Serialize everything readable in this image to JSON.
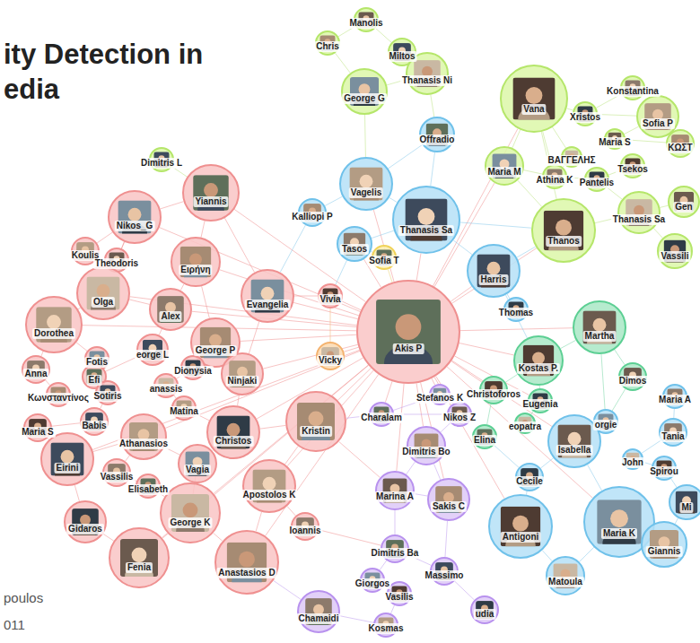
{
  "diagram": {
    "title": "ity Detection in edia",
    "nodes": [
      {
        "text": [
          "Manolis"
        ]
      },
      {
        "text": [
          "Chris"
        ]
      },
      {
        "text": [
          "Miltos"
        ]
      },
      {
        "text": [
          "Thanasis Ni"
        ]
      },
      {
        "text": [
          "George G"
        ]
      },
      {
        "text": [
          "Vana"
        ]
      },
      {
        "text": [
          "Konstantina"
        ]
      },
      {
        "text": [
          "Xristos"
        ]
      },
      {
        "text": [
          "Sofia P"
        ]
      },
      {
        "text": [
          "Offradio"
        ]
      },
      {
        "text": [
          "Maria S"
        ]
      },
      {
        "text": [
          "ΚΩΣΤ"
        ]
      },
      {
        "text": [
          "Dimitris L"
        ]
      },
      {
        "text": [
          "ΒΑΓΓΕΛΗΣ"
        ]
      },
      {
        "text": [
          "Maria M"
        ]
      },
      {
        "text": [
          "Tsekos"
        ]
      },
      {
        "text": [
          "Athina K"
        ]
      },
      {
        "text": [
          "Pantelis"
        ]
      },
      {
        "text": [
          "Vagelis"
        ]
      },
      {
        "text": [
          "Yiannis"
        ]
      },
      {
        "text": [
          "Gen"
        ]
      },
      {
        "text": [
          "Kalliopi P"
        ]
      },
      {
        "text": [
          "Thanasis Sa"
        ]
      },
      {
        "text": [
          "Thanasis Sa"
        ]
      },
      {
        "text": [
          "Nikos_G"
        ]
      },
      {
        "text": [
          "Thanos"
        ]
      },
      {
        "text": [
          "Tasos"
        ]
      },
      {
        "text": [
          "Vassili"
        ]
      },
      {
        "text": [
          "Koulis"
        ]
      },
      {
        "text": [
          "Sofia T"
        ]
      },
      {
        "text": [
          "Theodoris"
        ]
      },
      {
        "text": [
          "Ειρήνη"
        ]
      },
      {
        "text": [
          "Harris"
        ]
      },
      {
        "text": [
          "Olga"
        ]
      },
      {
        "text": [
          "Evangelia"
        ]
      },
      {
        "text": [
          "Vivia"
        ]
      },
      {
        "text": [
          "Alex"
        ]
      },
      {
        "text": [
          "Thomas"
        ]
      },
      {
        "text": [
          "Dorothea"
        ]
      },
      {
        "text": [
          "Akis P"
        ]
      },
      {
        "text": [
          "Martha"
        ]
      },
      {
        "text": [
          "George P"
        ]
      },
      {
        "text": [
          "eorge L"
        ]
      },
      {
        "text": [
          "Vicky"
        ]
      },
      {
        "text": [
          "Fotis"
        ]
      },
      {
        "text": [
          "Kostas P."
        ]
      },
      {
        "text": [
          "Anna"
        ]
      },
      {
        "text": [
          "Dionysia"
        ]
      },
      {
        "text": [
          "Ninjaki"
        ]
      },
      {
        "text": [
          "Efi"
        ]
      },
      {
        "text": [
          "Dimos"
        ]
      },
      {
        "text": [
          "Κωνσταντίνος"
        ]
      },
      {
        "text": [
          "Sotiris"
        ]
      },
      {
        "text": [
          "anassis"
        ]
      },
      {
        "text": [
          "Stefanos K"
        ]
      },
      {
        "text": [
          "Christoforos"
        ]
      },
      {
        "text": [
          "Maria A"
        ]
      },
      {
        "text": [
          "Eugenia"
        ]
      },
      {
        "text": [
          "Matina"
        ]
      },
      {
        "text": [
          "Charalam"
        ]
      },
      {
        "text": [
          "Nikos Z"
        ]
      },
      {
        "text": [
          "Kristin"
        ]
      },
      {
        "text": [
          "Babis"
        ]
      },
      {
        "text": [
          "eopatra"
        ]
      },
      {
        "text": [
          "orgie"
        ]
      },
      {
        "text": [
          "Maria S"
        ]
      },
      {
        "text": [
          "Tania"
        ]
      },
      {
        "text": [
          "Christos"
        ]
      },
      {
        "text": [
          "Athanasios"
        ]
      },
      {
        "text": [
          "Elina"
        ]
      },
      {
        "text": [
          "Isabella"
        ]
      },
      {
        "text": [
          "Dimitris Bo"
        ]
      },
      {
        "text": [
          "Eirini"
        ]
      },
      {
        "text": [
          "John"
        ]
      },
      {
        "text": [
          "Vagia"
        ]
      },
      {
        "text": [
          "Spirou"
        ]
      },
      {
        "text": [
          "Vassilis"
        ]
      },
      {
        "text": [
          "Cecile"
        ]
      },
      {
        "text": [
          "Apostolos K"
        ]
      },
      {
        "text": [
          "Elisabeth"
        ]
      },
      {
        "text": [
          "Marina A"
        ]
      },
      {
        "text": [
          "Sakis C"
        ]
      },
      {
        "text": [
          "Mi"
        ]
      },
      {
        "text": [
          "George K"
        ]
      },
      {
        "text": [
          "Maria K"
        ]
      },
      {
        "text": [
          "Antigoni"
        ]
      },
      {
        "text": [
          "Ioannis"
        ]
      },
      {
        "text": [
          "Gidaros"
        ]
      },
      {
        "text": [
          "Giannis"
        ]
      },
      {
        "text": [
          "Dimitris Ba"
        ]
      },
      {
        "text": [
          "Fenia"
        ]
      },
      {
        "text": [
          "Anastasios D"
        ]
      },
      {
        "text": [
          "Massimo"
        ]
      },
      {
        "text": [
          "Matoula"
        ]
      },
      {
        "text": [
          "Giorgos"
        ]
      },
      {
        "text": [
          "Vasilis"
        ]
      },
      {
        "text": [
          "Chamaidi"
        ]
      },
      {
        "text": [
          "udia"
        ]
      },
      {
        "text": [
          "Kosmas"
        ]
      }
    ],
    "edges": [
      {
        "from": 39,
        "to": 19,
        "arrow": "none"
      },
      {
        "from": 39,
        "to": 24,
        "arrow": "none"
      },
      {
        "from": 39,
        "to": 31,
        "arrow": "none"
      },
      {
        "from": 39,
        "to": 33,
        "arrow": "none"
      },
      {
        "from": 39,
        "to": 34,
        "arrow": "none"
      },
      {
        "from": 39,
        "to": 35,
        "arrow": "none"
      },
      {
        "from": 39,
        "to": 36,
        "arrow": "none"
      },
      {
        "from": 39,
        "to": 38,
        "arrow": "none"
      },
      {
        "from": 39,
        "to": 41,
        "arrow": "none"
      },
      {
        "from": 39,
        "to": 48,
        "arrow": "none"
      },
      {
        "from": 39,
        "to": 61,
        "arrow": "none"
      },
      {
        "from": 39,
        "to": 67,
        "arrow": "none"
      },
      {
        "from": 39,
        "to": 68,
        "arrow": "none"
      },
      {
        "from": 39,
        "to": 72,
        "arrow": "none"
      },
      {
        "from": 39,
        "to": 78,
        "arrow": "none"
      },
      {
        "from": 39,
        "to": 83,
        "arrow": "none"
      },
      {
        "from": 39,
        "to": 90,
        "arrow": "none"
      },
      {
        "from": 39,
        "to": 91,
        "arrow": "none"
      },
      {
        "from": 39,
        "to": 18,
        "arrow": "none"
      },
      {
        "from": 39,
        "to": 22,
        "arrow": "none"
      },
      {
        "from": 39,
        "to": 26,
        "arrow": "none"
      },
      {
        "from": 39,
        "to": 32,
        "arrow": "none"
      },
      {
        "from": 39,
        "to": 45,
        "arrow": "none"
      },
      {
        "from": 39,
        "to": 40,
        "arrow": "none"
      },
      {
        "from": 39,
        "to": 54,
        "arrow": "none"
      },
      {
        "from": 39,
        "to": 59,
        "arrow": "none"
      },
      {
        "from": 39,
        "to": 60,
        "arrow": "none"
      },
      {
        "from": 39,
        "to": 71,
        "arrow": "none"
      },
      {
        "from": 39,
        "to": 80,
        "arrow": "none"
      },
      {
        "from": 39,
        "to": 81,
        "arrow": "none"
      },
      {
        "from": 39,
        "to": 85,
        "arrow": "none"
      },
      {
        "from": 39,
        "to": 43,
        "arrow": "none"
      },
      {
        "from": 39,
        "to": 5,
        "arrow": "none"
      },
      {
        "from": 39,
        "to": 25,
        "arrow": "none"
      },
      {
        "from": 39,
        "to": 14,
        "arrow": "none"
      },
      {
        "from": 39,
        "to": 55,
        "arrow": "none"
      },
      {
        "from": 39,
        "to": 70,
        "arrow": "none"
      },
      {
        "from": 39,
        "to": 84,
        "arrow": "none"
      },
      {
        "from": 19,
        "to": 24,
        "arrow": "none"
      },
      {
        "from": 19,
        "to": 31,
        "arrow": "none"
      },
      {
        "from": 19,
        "to": 34,
        "arrow": "none"
      },
      {
        "from": 24,
        "to": 28,
        "arrow": "none"
      },
      {
        "from": 24,
        "to": 30,
        "arrow": "none"
      },
      {
        "from": 24,
        "to": 33,
        "arrow": "none"
      },
      {
        "from": 31,
        "to": 36,
        "arrow": "none"
      },
      {
        "from": 31,
        "to": 41,
        "arrow": "none"
      },
      {
        "from": 33,
        "to": 38,
        "arrow": "none"
      },
      {
        "from": 33,
        "to": 36,
        "arrow": "none"
      },
      {
        "from": 36,
        "to": 42,
        "arrow": "none"
      },
      {
        "from": 38,
        "to": 46,
        "arrow": "none"
      },
      {
        "from": 38,
        "to": 44,
        "arrow": "none"
      },
      {
        "from": 41,
        "to": 48,
        "arrow": "none"
      },
      {
        "from": 41,
        "to": 47,
        "arrow": "none"
      },
      {
        "from": 42,
        "to": 49,
        "arrow": "none"
      },
      {
        "from": 44,
        "to": 52,
        "arrow": "none"
      },
      {
        "from": 46,
        "to": 51,
        "arrow": "none"
      },
      {
        "from": 47,
        "to": 53,
        "arrow": "none"
      },
      {
        "from": 52,
        "to": 62,
        "arrow": "none"
      },
      {
        "from": 53,
        "to": 58,
        "arrow": "none"
      },
      {
        "from": 58,
        "to": 67,
        "arrow": "none"
      },
      {
        "from": 61,
        "to": 67,
        "arrow": "none"
      },
      {
        "from": 61,
        "to": 78,
        "arrow": "none"
      },
      {
        "from": 62,
        "to": 65,
        "arrow": "none"
      },
      {
        "from": 65,
        "to": 72,
        "arrow": "none"
      },
      {
        "from": 67,
        "to": 74,
        "arrow": "none"
      },
      {
        "from": 68,
        "to": 72,
        "arrow": "none"
      },
      {
        "from": 68,
        "to": 74,
        "arrow": "none"
      },
      {
        "from": 72,
        "to": 87,
        "arrow": "none"
      },
      {
        "from": 74,
        "to": 83,
        "arrow": "none"
      },
      {
        "from": 76,
        "to": 79,
        "arrow": "none"
      },
      {
        "from": 78,
        "to": 86,
        "arrow": "none"
      },
      {
        "from": 78,
        "to": 91,
        "arrow": "none"
      },
      {
        "from": 83,
        "to": 90,
        "arrow": "none"
      },
      {
        "from": 83,
        "to": 91,
        "arrow": "none"
      },
      {
        "from": 87,
        "to": 90,
        "arrow": "none"
      },
      {
        "from": 79,
        "to": 83,
        "arrow": "none"
      },
      {
        "from": 34,
        "to": 35,
        "arrow": "none"
      },
      {
        "from": 34,
        "to": 48,
        "arrow": "none"
      },
      {
        "from": 48,
        "to": 67,
        "arrow": "none"
      },
      {
        "from": 68,
        "to": 76,
        "arrow": "none"
      },
      {
        "from": 0,
        "to": 1,
        "arrow": "none"
      },
      {
        "from": 0,
        "to": 2,
        "arrow": "none"
      },
      {
        "from": 1,
        "to": 4,
        "arrow": "none"
      },
      {
        "from": 2,
        "to": 3,
        "arrow": "none"
      },
      {
        "from": 3,
        "to": 4,
        "arrow": "none"
      },
      {
        "from": 4,
        "to": 18,
        "arrow": "none"
      },
      {
        "from": 3,
        "to": 9,
        "arrow": "none"
      },
      {
        "from": 5,
        "to": 7,
        "arrow": "none"
      },
      {
        "from": 5,
        "to": 14,
        "arrow": "none"
      },
      {
        "from": 5,
        "to": 13,
        "arrow": "none"
      },
      {
        "from": 5,
        "to": 16,
        "arrow": "none"
      },
      {
        "from": 6,
        "to": 7,
        "arrow": "none"
      },
      {
        "from": 7,
        "to": 8,
        "arrow": "none"
      },
      {
        "from": 8,
        "to": 10,
        "arrow": "none"
      },
      {
        "from": 10,
        "to": 11,
        "arrow": "none"
      },
      {
        "from": 13,
        "to": 16,
        "arrow": "none"
      },
      {
        "from": 14,
        "to": 16,
        "arrow": "none"
      },
      {
        "from": 16,
        "to": 17,
        "arrow": "none"
      },
      {
        "from": 15,
        "to": 17,
        "arrow": "none"
      },
      {
        "from": 17,
        "to": 23,
        "arrow": "none"
      },
      {
        "from": 23,
        "to": 25,
        "arrow": "none"
      },
      {
        "from": 25,
        "to": 14,
        "arrow": "none"
      },
      {
        "from": 23,
        "to": 27,
        "arrow": "none"
      },
      {
        "from": 20,
        "to": 23,
        "arrow": "none"
      },
      {
        "from": 8,
        "to": 11,
        "arrow": "none"
      },
      {
        "from": 12,
        "to": 19,
        "arrow": "none"
      },
      {
        "from": 5,
        "to": 25,
        "arrow": "none"
      },
      {
        "from": 9,
        "to": 18,
        "arrow": "none"
      },
      {
        "from": 18,
        "to": 21,
        "arrow": "none"
      },
      {
        "from": 18,
        "to": 22,
        "arrow": "none"
      },
      {
        "from": 22,
        "to": 26,
        "arrow": "none"
      },
      {
        "from": 26,
        "to": 29,
        "arrow": "none"
      },
      {
        "from": 22,
        "to": 32,
        "arrow": "none"
      },
      {
        "from": 32,
        "to": 37,
        "arrow": "none"
      },
      {
        "from": 32,
        "to": 45,
        "arrow": "none"
      },
      {
        "from": 9,
        "to": 22,
        "arrow": "none"
      },
      {
        "from": 21,
        "to": 34,
        "arrow": "none"
      },
      {
        "from": 26,
        "to": 35,
        "arrow": "none"
      },
      {
        "from": 45,
        "to": 40,
        "arrow": "none"
      },
      {
        "from": 40,
        "to": 50,
        "arrow": "none"
      },
      {
        "from": 45,
        "to": 57,
        "arrow": "none"
      },
      {
        "from": 57,
        "to": 63,
        "arrow": "none"
      },
      {
        "from": 55,
        "to": 69,
        "arrow": "none"
      },
      {
        "from": 64,
        "to": 70,
        "arrow": "none"
      },
      {
        "from": 70,
        "to": 77,
        "arrow": "none"
      },
      {
        "from": 56,
        "to": 66,
        "arrow": "none"
      },
      {
        "from": 66,
        "to": 73,
        "arrow": "none"
      },
      {
        "from": 73,
        "to": 75,
        "arrow": "none"
      },
      {
        "from": 75,
        "to": 82,
        "arrow": "none"
      },
      {
        "from": 82,
        "to": 88,
        "arrow": "none"
      },
      {
        "from": 84,
        "to": 88,
        "arrow": "none"
      },
      {
        "from": 84,
        "to": 93,
        "arrow": "none"
      },
      {
        "from": 85,
        "to": 93,
        "arrow": "none"
      },
      {
        "from": 85,
        "to": 77,
        "arrow": "none"
      },
      {
        "from": 70,
        "to": 84,
        "arrow": "none"
      },
      {
        "from": 77,
        "to": 69,
        "arrow": "none"
      },
      {
        "from": 50,
        "to": 64,
        "arrow": "none"
      },
      {
        "from": 55,
        "to": 45,
        "arrow": "none"
      },
      {
        "from": 40,
        "to": 64,
        "arrow": "none"
      },
      {
        "from": 54,
        "to": 59,
        "arrow": "none"
      },
      {
        "from": 59,
        "to": 60,
        "arrow": "none"
      },
      {
        "from": 60,
        "to": 71,
        "arrow": "none"
      },
      {
        "from": 71,
        "to": 80,
        "arrow": "none"
      },
      {
        "from": 80,
        "to": 81,
        "arrow": "none"
      },
      {
        "from": 81,
        "to": 92,
        "arrow": "none"
      },
      {
        "from": 80,
        "to": 89,
        "arrow": "none"
      },
      {
        "from": 89,
        "to": 94,
        "arrow": "none"
      },
      {
        "from": 94,
        "to": 95,
        "arrow": "none"
      },
      {
        "from": 95,
        "to": 98,
        "arrow": "none"
      },
      {
        "from": 96,
        "to": 98,
        "arrow": "none"
      },
      {
        "from": 92,
        "to": 97,
        "arrow": "none"
      },
      {
        "from": 89,
        "to": 92,
        "arrow": "none"
      },
      {
        "from": 71,
        "to": 81,
        "arrow": "none"
      },
      {
        "from": 59,
        "to": 61,
        "arrow": "none"
      },
      {
        "from": 96,
        "to": 91,
        "arrow": "none"
      },
      {
        "from": 86,
        "to": 89,
        "arrow": "none"
      },
      {
        "from": 22,
        "to": 25,
        "arrow": "none"
      },
      {
        "from": 32,
        "to": 25,
        "arrow": "none"
      },
      {
        "from": 39,
        "to": 57,
        "arrow": "none"
      },
      {
        "from": 61,
        "to": 80,
        "arrow": "none"
      },
      {
        "from": 43,
        "to": 35,
        "arrow": "none"
      },
      {
        "from": 29,
        "to": 39,
        "arrow": "none"
      }
    ],
    "labels": [
      "poulos",
      "011"
    ]
  }
}
